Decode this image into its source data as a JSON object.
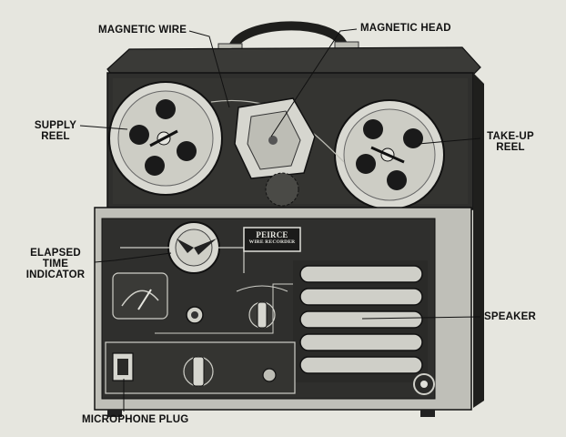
{
  "callouts": {
    "magnetic_wire": "MAGNETIC WIRE",
    "magnetic_head": "MAGNETIC HEAD",
    "supply_reel": [
      "SUPPLY",
      "REEL"
    ],
    "take_up_reel": [
      "TAKE-UP",
      "REEL"
    ],
    "elapsed_time_indicator": [
      "ELAPSED",
      "TIME",
      "INDICATOR"
    ],
    "speaker": "SPEAKER",
    "microphone_plug": "MICROPHONE PLUG"
  },
  "nameplate": {
    "brand": "PEIRCE",
    "sub": "WIRE RECORDER"
  },
  "colors": {
    "background": "#e6e6df",
    "case_dark": "#2e2e2c",
    "panel_light": "#cfcfc8",
    "reel_light": "#dcdcd6"
  }
}
